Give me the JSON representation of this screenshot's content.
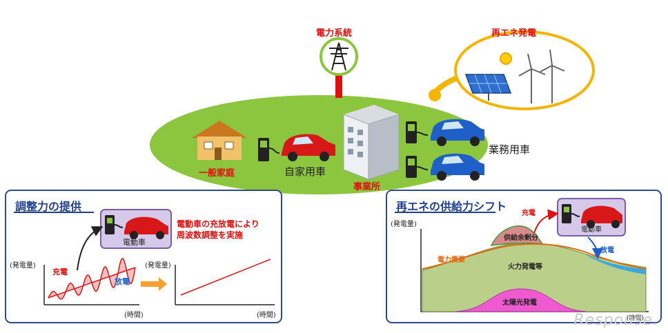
{
  "top": {
    "grid_label": "電力系統",
    "renewable_label": "再エネ発電",
    "home_label": "一般家庭",
    "private_car_label": "自家用車",
    "office_label": "事業所",
    "fleet_label": "業務用車"
  },
  "left_panel": {
    "title": "調整力の提供",
    "ev_label": "電動車",
    "description_line1": "電動車の充放電により",
    "description_line2": "周波数調整を実施",
    "charge_label": "充電",
    "discharge_label": "放電",
    "y_label_1": "(発電量)",
    "y_label_2": "(発電量)",
    "x_label_1": "(時間)",
    "x_label_2": "(時間)"
  },
  "right_panel": {
    "title": "再エネの供給力シフト",
    "charge_label": "充電",
    "discharge_label": "放電",
    "ev_label": "電動車",
    "y_label": "(発電量)",
    "x_label": "(時間)",
    "demand_label": "電力需要",
    "surplus_label": "供給余剰分",
    "thermal_label": "火力発電等",
    "solar_label": "太陽光発電"
  },
  "colors": {
    "field_green": "#8cc63e",
    "panel_border": "#2e4a8f",
    "ev_box_fill": "#d6c8e8",
    "ev_box_border": "#7a5fa8",
    "thermal_fill": "#b9cf8a",
    "solar_fill": "#f05ad0",
    "surplus_fill": "#d98a8a",
    "shifted_fill": "#3aa8e0",
    "demand_line": "#e06a10",
    "accent_red": "#e01010"
  },
  "watermark": "Response."
}
